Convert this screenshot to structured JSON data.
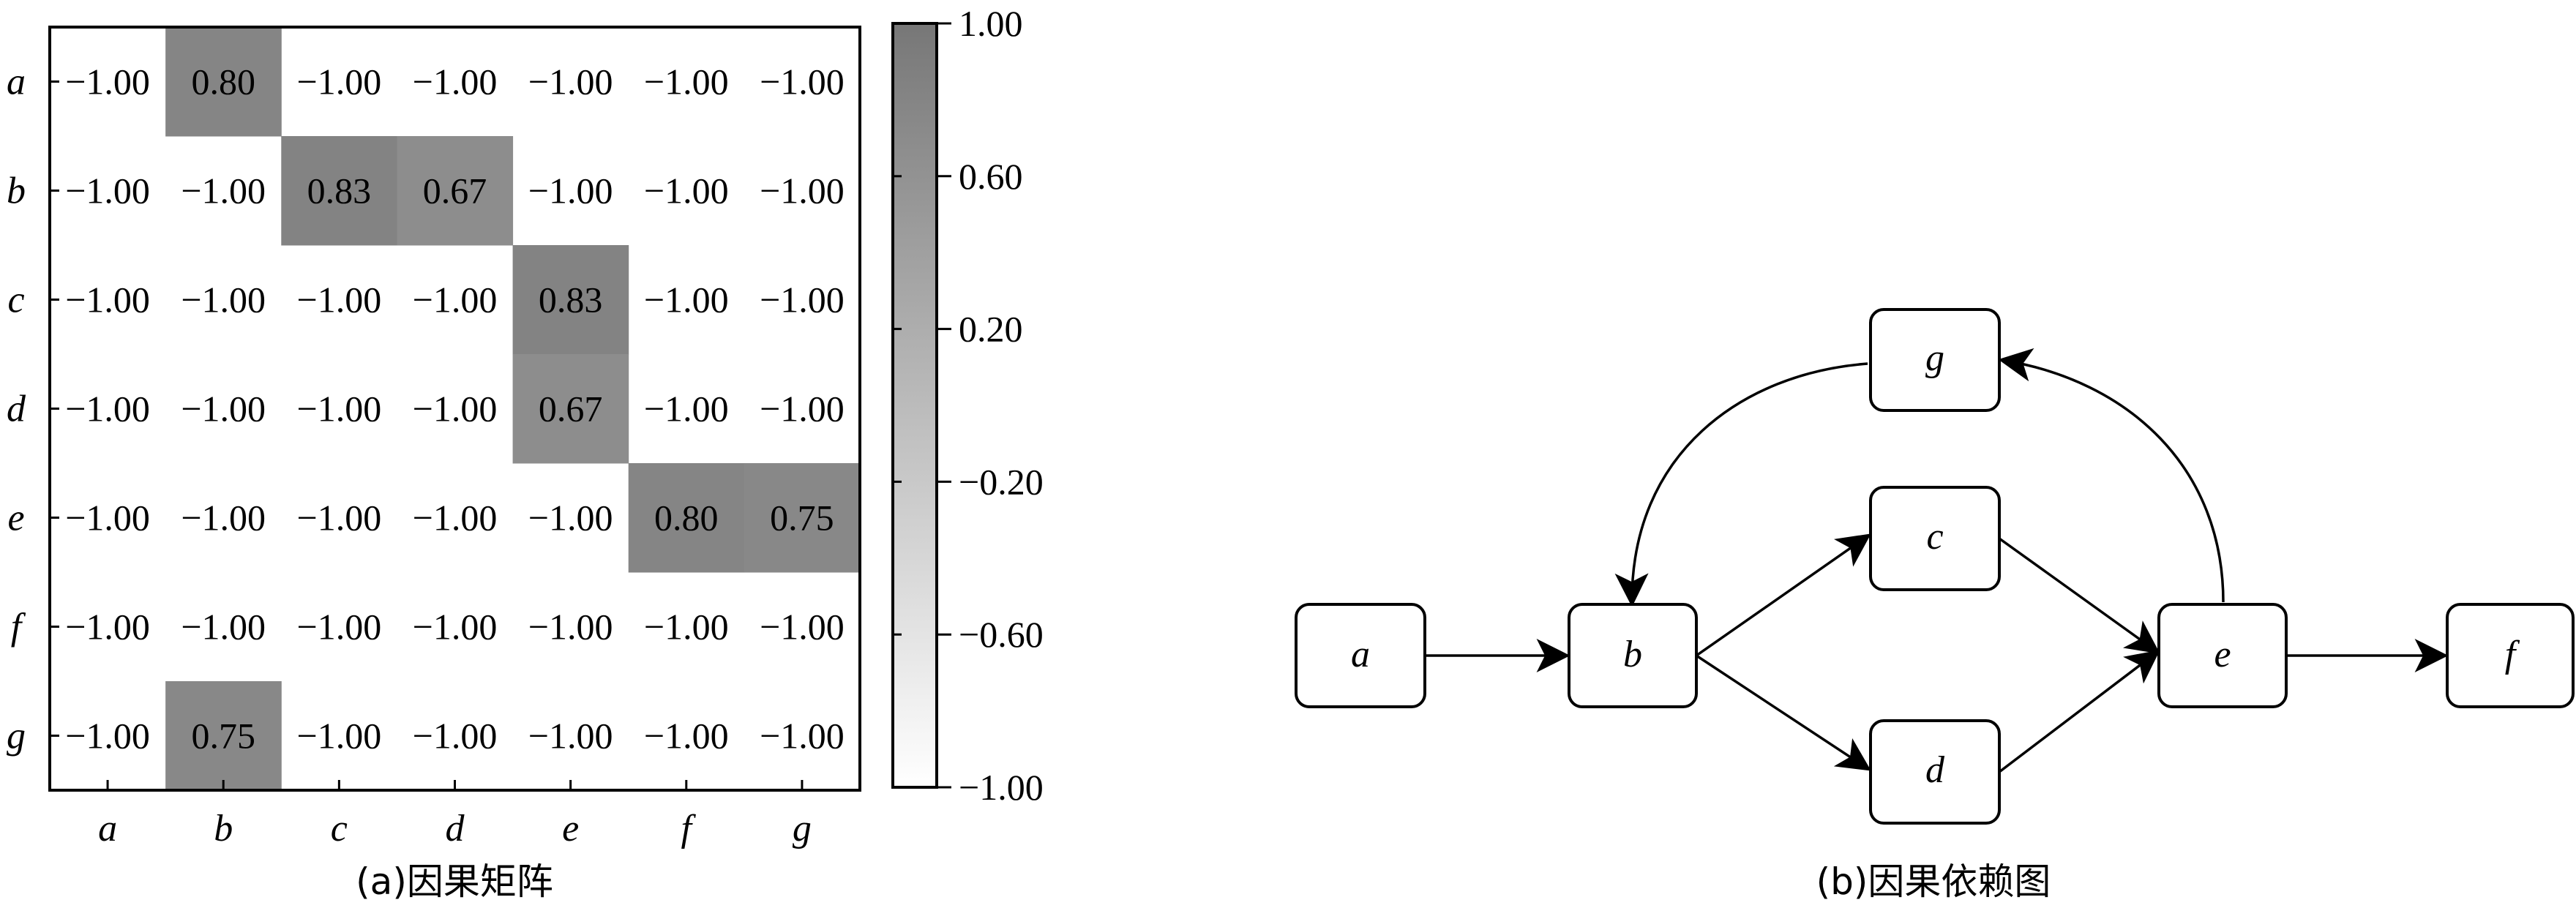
{
  "matrix": {
    "row_labels": [
      "a",
      "b",
      "c",
      "d",
      "e",
      "f",
      "g"
    ],
    "col_labels": [
      "a",
      "b",
      "c",
      "d",
      "e",
      "f",
      "g"
    ],
    "values": [
      [
        -1.0,
        0.8,
        -1.0,
        -1.0,
        -1.0,
        -1.0,
        -1.0
      ],
      [
        -1.0,
        -1.0,
        0.83,
        0.67,
        -1.0,
        -1.0,
        -1.0
      ],
      [
        -1.0,
        -1.0,
        -1.0,
        -1.0,
        0.83,
        -1.0,
        -1.0
      ],
      [
        -1.0,
        -1.0,
        -1.0,
        -1.0,
        0.67,
        -1.0,
        -1.0
      ],
      [
        -1.0,
        -1.0,
        -1.0,
        -1.0,
        -1.0,
        0.8,
        0.75
      ],
      [
        -1.0,
        -1.0,
        -1.0,
        -1.0,
        -1.0,
        -1.0,
        -1.0
      ],
      [
        -1.0,
        0.75,
        -1.0,
        -1.0,
        -1.0,
        -1.0,
        -1.0
      ]
    ],
    "caption": "(a)因果矩阵",
    "colorbar": {
      "ticks": [
        "1.00",
        "0.60",
        "0.20",
        "−0.20",
        "−0.60",
        "−1.00"
      ],
      "range": [
        -1.0,
        1.0
      ],
      "colors": [
        "#ffffff",
        "#777777"
      ]
    }
  },
  "graph": {
    "nodes": [
      "a",
      "b",
      "c",
      "d",
      "e",
      "f",
      "g"
    ],
    "edges": [
      [
        "a",
        "b"
      ],
      [
        "b",
        "c"
      ],
      [
        "b",
        "d"
      ],
      [
        "c",
        "e"
      ],
      [
        "d",
        "e"
      ],
      [
        "e",
        "f"
      ],
      [
        "e",
        "g"
      ],
      [
        "g",
        "b"
      ]
    ],
    "caption": "(b)因果依赖图"
  }
}
